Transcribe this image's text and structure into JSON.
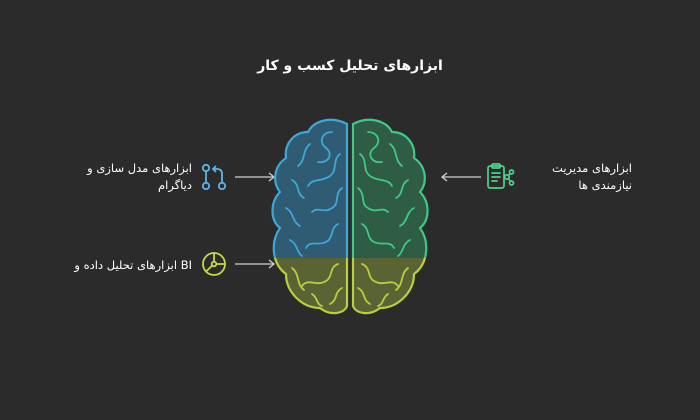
{
  "title": "ابزارهای تحلیل کسب و کار",
  "items": [
    {
      "id": "modeling",
      "label_line1": "ابزارهای مدل سازی و",
      "label_line2": "دیاگرام",
      "icon": "git-branch-icon",
      "side": "left",
      "color": "#5bb6e6"
    },
    {
      "id": "bi",
      "label": "BI ابزارهای تحلیل داده و",
      "icon": "chart-pie-icon",
      "side": "left",
      "color": "#c8d84a"
    },
    {
      "id": "requirements",
      "label_line1": "ابزارهای مدیریت",
      "label_line2": "نیازمندی ها",
      "icon": "clipboard-network-icon",
      "side": "right",
      "color": "#4fd18b"
    }
  ],
  "colors": {
    "background": "#2b2b2b",
    "blue_lobe": "#3da8d8",
    "green_lobe": "#3ec985",
    "yellow_lobe": "#b9cf3d",
    "arrow": "#cfcfcf"
  }
}
